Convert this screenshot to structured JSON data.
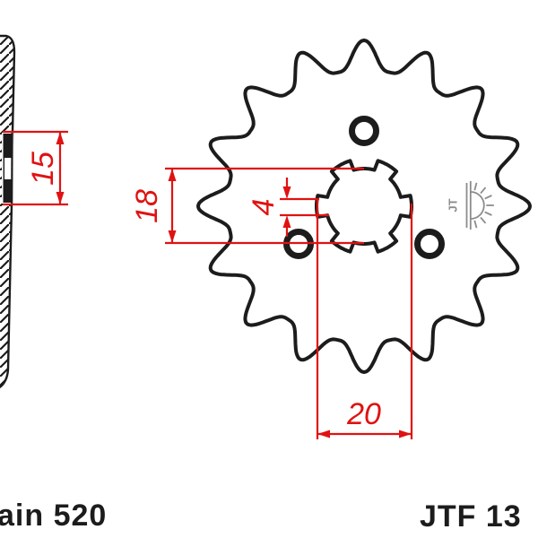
{
  "page": {
    "background": "#ffffff"
  },
  "labels": {
    "chain": "ain 520",
    "part_number": "JTF 13"
  },
  "dimensions": {
    "hub_width": "15",
    "bore_diameter": "18",
    "spline_width": "4",
    "spline_outer_diameter": "20"
  },
  "sprocket": {
    "teeth": 16,
    "spline_tabs": 6,
    "bolt_holes": 3
  },
  "logo": {
    "text": "JT"
  },
  "colors": {
    "line": "#1c1c1c",
    "dimension_red": "#e01212",
    "logo_gray": "#8c8c8c"
  }
}
